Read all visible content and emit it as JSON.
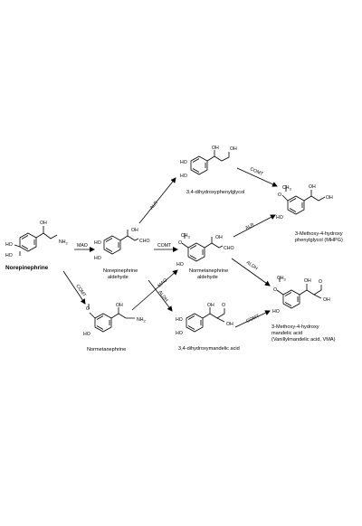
{
  "compounds": {
    "norepinephrine": "Norepinephrine",
    "norepinephrine_aldehyde": [
      "Norepinephrine",
      "aldehyde"
    ],
    "normetanephrine": "Normetanephrine",
    "dhpg": "3,4-dihydroxyphenylglycol",
    "mhpg": [
      "3-Methoxy-4-hydroxy",
      "phenylglycol (MHPG)"
    ],
    "normetanephrine_aldehyde": [
      "Normetanephrine",
      "aldehyde"
    ],
    "dhma": "3,4-dihydroxymandelic acid",
    "vma": [
      "3-Methoxy-4-hydroxy",
      "mandelic acid",
      "(Vanillylmandelic acid, VMA)"
    ]
  },
  "enzymes": {
    "mao": "MAO",
    "comt": "COMT",
    "alr": "ALR",
    "aldh": "ALDH"
  },
  "atoms": {
    "ho": "HO",
    "oh": "OH",
    "nh2": "NH",
    "sub2": "2",
    "ch3": "CH",
    "sub3": "3",
    "o": "O",
    "cho": "CHO"
  },
  "colors": {
    "ink": "#000000",
    "background": "#ffffff"
  }
}
